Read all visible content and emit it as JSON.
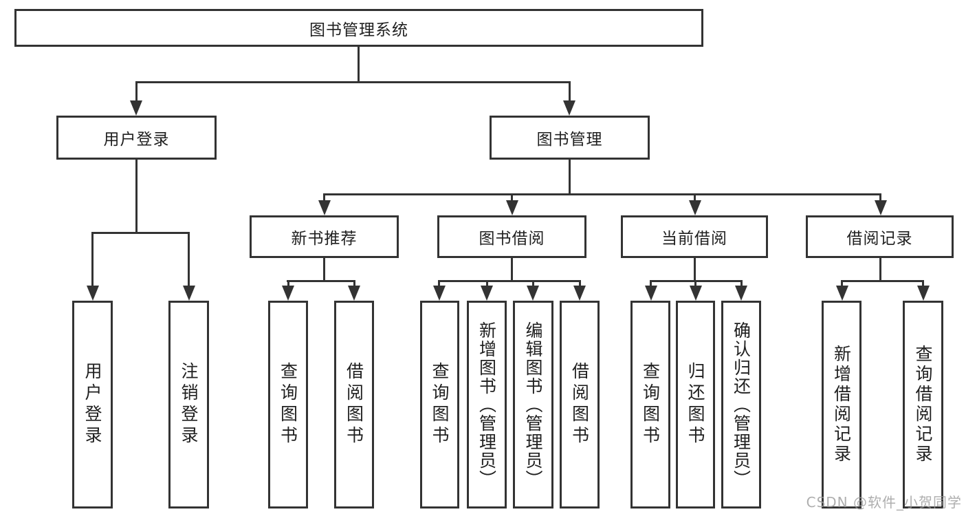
{
  "diagram": {
    "root": {
      "label": "图书管理系统"
    },
    "branches": [
      {
        "label": "用户登录",
        "children": [
          {
            "label": "用户登录"
          },
          {
            "label": "注销登录"
          }
        ]
      },
      {
        "label": "图书管理",
        "children": [
          {
            "label": "新书推荐",
            "children": [
              {
                "label": "查询图书"
              },
              {
                "label": "借阅图书"
              }
            ]
          },
          {
            "label": "图书借阅",
            "children": [
              {
                "label": "查询图书"
              },
              {
                "label": "新增图书（管理员）"
              },
              {
                "label": "编辑图书（管理员）"
              },
              {
                "label": "借阅图书"
              }
            ]
          },
          {
            "label": "当前借阅",
            "children": [
              {
                "label": "查询图书"
              },
              {
                "label": "归还图书"
              },
              {
                "label": "确认归还（管理员）"
              }
            ]
          },
          {
            "label": "借阅记录",
            "children": [
              {
                "label": "新增借阅记录"
              },
              {
                "label": "查询借阅记录"
              }
            ]
          }
        ]
      }
    ]
  },
  "watermark": {
    "text": "CSDN @软件_小贺同学"
  },
  "colors": {
    "line": "#333333",
    "text": "#1f1f1f",
    "watermark": "#9a9a9a",
    "background": "#ffffff"
  }
}
